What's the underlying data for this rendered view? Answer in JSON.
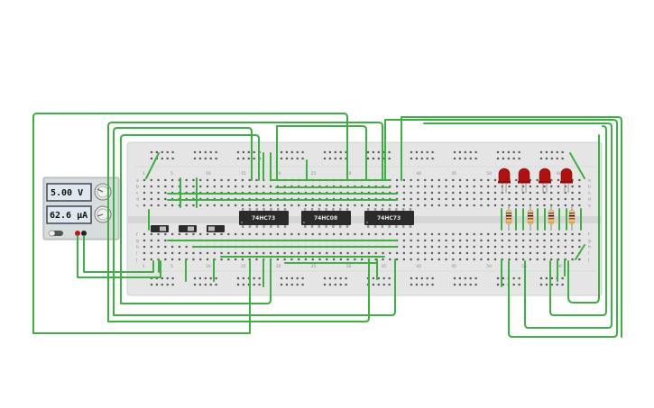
{
  "power_supply": {
    "voltage": "5.00 V",
    "current": "62.6 µA"
  },
  "ics": [
    {
      "label": "74HC73"
    },
    {
      "label": "74HC08"
    },
    {
      "label": "74HC73"
    }
  ],
  "breadboard": {
    "column_numbers": [
      "1",
      "5",
      "10",
      "15",
      "20",
      "25",
      "30",
      "35",
      "40",
      "45",
      "50",
      "55",
      "60"
    ],
    "row_letters_top": [
      "a",
      "b",
      "c",
      "d",
      "e"
    ],
    "row_letters_bottom": [
      "f",
      "g",
      "h",
      "i",
      "j"
    ]
  },
  "leds": {
    "count": 4,
    "color": "#b01010"
  },
  "resistors": {
    "count": 4
  },
  "switches": {
    "count": 3
  },
  "colors": {
    "wire": "#3cb043",
    "board": "#e4e4e4",
    "ic_body": "#2b2b2b",
    "psu_body": "#cfd4d4",
    "lcd": "#dfe8ee"
  }
}
